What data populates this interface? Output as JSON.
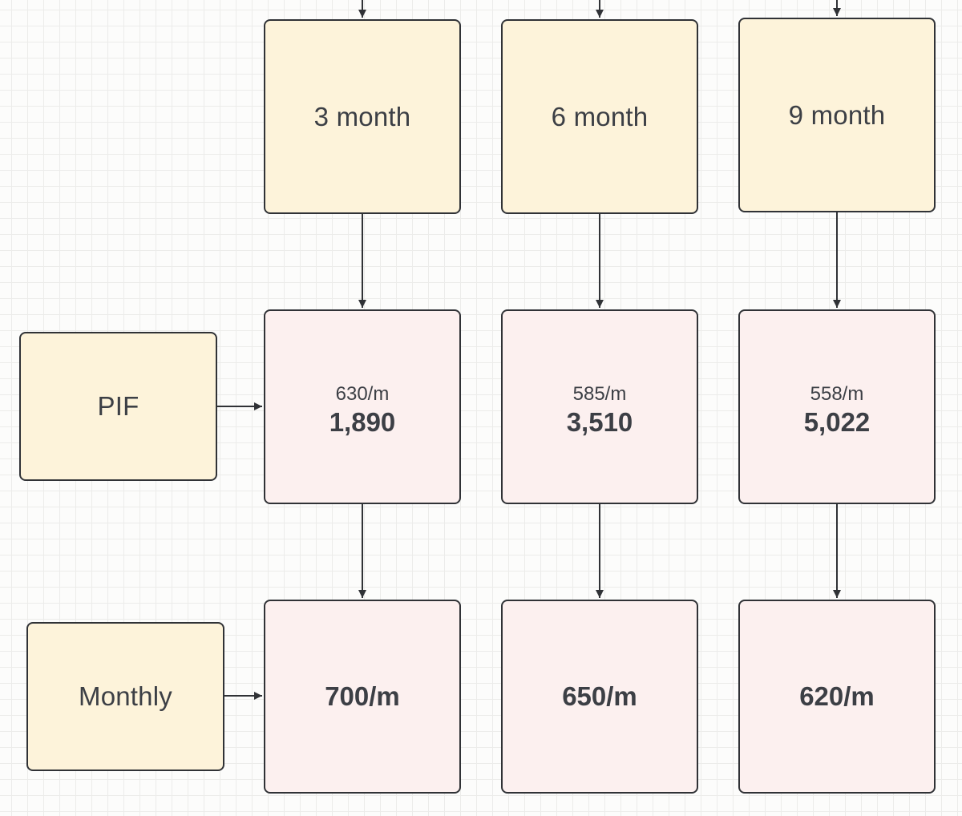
{
  "diagram": {
    "row_labels": {
      "pif": "PIF",
      "monthly": "Monthly"
    },
    "terms": [
      {
        "label": "3 month",
        "pif_rate": "630/m",
        "pif_total": "1,890",
        "monthly_price": "700/m"
      },
      {
        "label": "6 month",
        "pif_rate": "585/m",
        "pif_total": "3,510",
        "monthly_price": "650/m"
      },
      {
        "label": "9 month",
        "pif_rate": "558/m",
        "pif_total": "5,022",
        "monthly_price": "620/m"
      }
    ],
    "colors": {
      "term_fill": "#fdf3da",
      "price_fill": "#fcf0ef",
      "stroke": "#303236",
      "text": "#3c3f45",
      "grid": "#ececea"
    }
  }
}
